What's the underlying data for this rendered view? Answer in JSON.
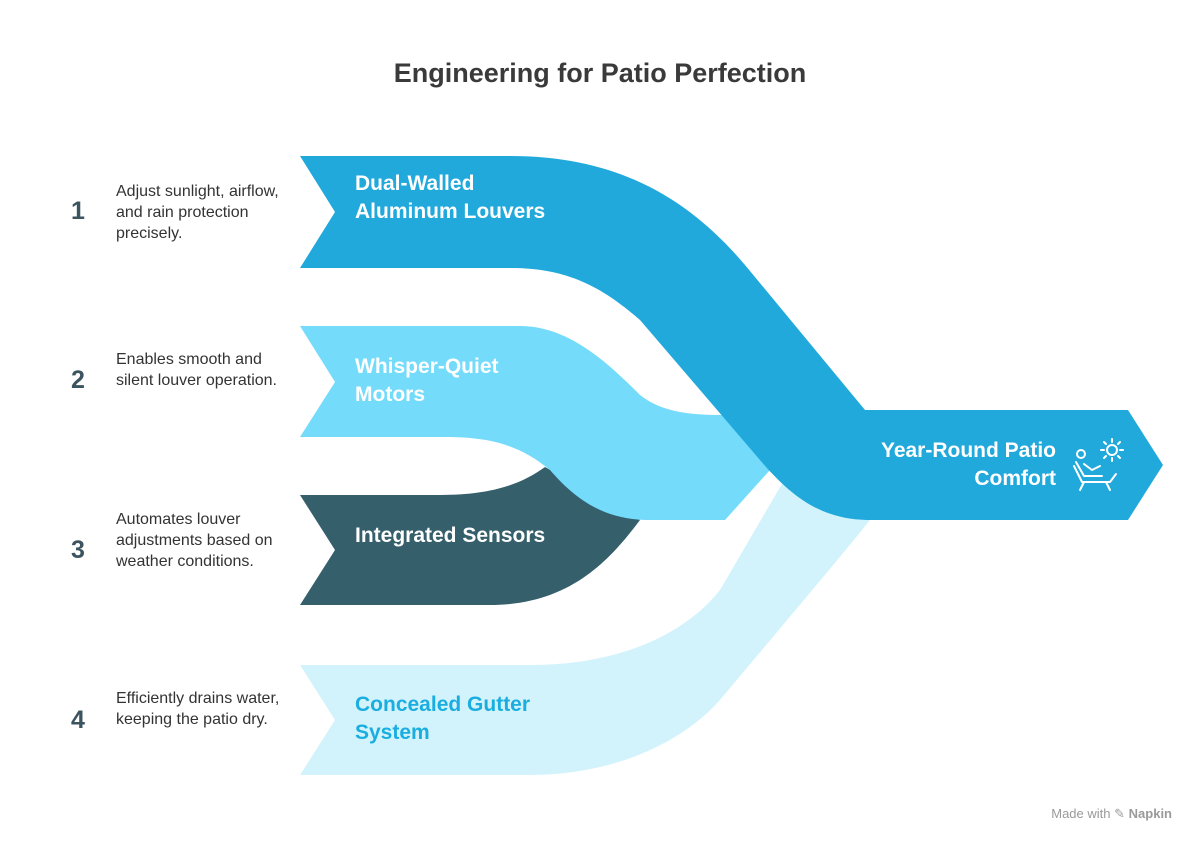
{
  "title": "Engineering for Patio Perfection",
  "steps": [
    {
      "number": "1",
      "description": "Adjust sunlight, airflow, and rain protection precisely.",
      "label": "Dual-Walled Aluminum Louvers",
      "color": "#21a9dc",
      "text_color": "#ffffff"
    },
    {
      "number": "2",
      "description": "Enables smooth and silent louver operation.",
      "label": "Whisper-Quiet Motors",
      "color": "#74dbfb",
      "text_color": "#ffffff"
    },
    {
      "number": "3",
      "description": "Automates louver adjustments based on weather conditions.",
      "label": "Integrated Sensors",
      "color": "#355f6b",
      "text_color": "#ffffff"
    },
    {
      "number": "4",
      "description": "Efficiently drains water, keeping the patio dry.",
      "label": "Concealed Gutter System",
      "color": "#d3f3fc",
      "text_color": "#1aaee0"
    }
  ],
  "outcome": {
    "label": "Year-Round Patio Comfort",
    "icon": "lounge-chair-sun-icon",
    "color": "#21a9dc"
  },
  "footer": {
    "prefix": "Made with",
    "brand": "Napkin"
  }
}
